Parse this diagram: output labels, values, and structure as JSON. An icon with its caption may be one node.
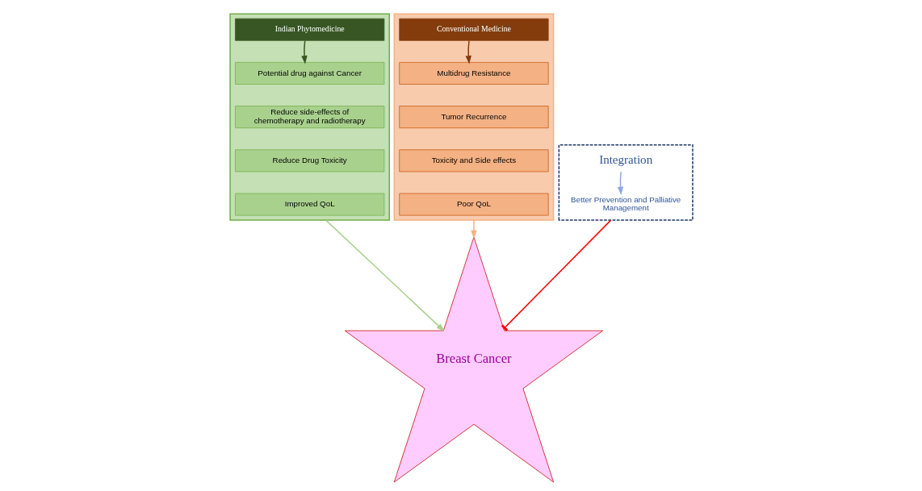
{
  "diagram": {
    "nodes": [
      {
        "text": [],
        "shape": "box"
      },
      {
        "text": [
          "Indian Phytomedicine"
        ],
        "in": 0
      },
      {
        "text": [
          "Potential drug against Cancer"
        ],
        "in": 0
      },
      {
        "text": [
          "Reduce side-effects of chemotherapy and radiotherapy"
        ],
        "in": 0
      },
      {
        "text": [
          "Reduce Drug Toxicity"
        ],
        "in": 0
      },
      {
        "text": [
          "Improved QoL"
        ],
        "in": 0
      },
      {
        "text": [],
        "shape": "box"
      },
      {
        "text": [
          "Conventional Medicine"
        ],
        "in": 6
      },
      {
        "text": [
          "Multidrug Resistance"
        ],
        "in": 6
      },
      {
        "text": [
          "Tumor Recurrence"
        ],
        "in": 6
      },
      {
        "text": [
          "Toxicity and Side effects"
        ],
        "in": 6
      },
      {
        "text": [
          "Poor QoL"
        ],
        "in": 6
      },
      {
        "text": [],
        "shape": "box"
      },
      {
        "text": [
          "Integration"
        ],
        "in": 12
      },
      {
        "text": [
          "Better Prevention and Palliative Management"
        ],
        "in": 12
      },
      {
        "text": [
          "Breast Cancer"
        ]
      }
    ],
    "edges": [
      {
        "from": 1,
        "to": 2,
        "arrow": "to",
        "color": "#375623"
      },
      {
        "from": 7,
        "to": 8,
        "arrow": "to",
        "color": "#843c0c"
      },
      {
        "from": 13,
        "to": 14,
        "arrow": "to",
        "color": "#8faadc"
      },
      {
        "from": 12,
        "to": 15,
        "arrow": "other",
        "color": "#ff0000"
      },
      {
        "from": 0,
        "to": 15,
        "arrow": "to",
        "color": "#a9d18e"
      },
      {
        "from": 6,
        "to": 15,
        "arrow": "to",
        "color": "#f4b183"
      }
    ]
  }
}
